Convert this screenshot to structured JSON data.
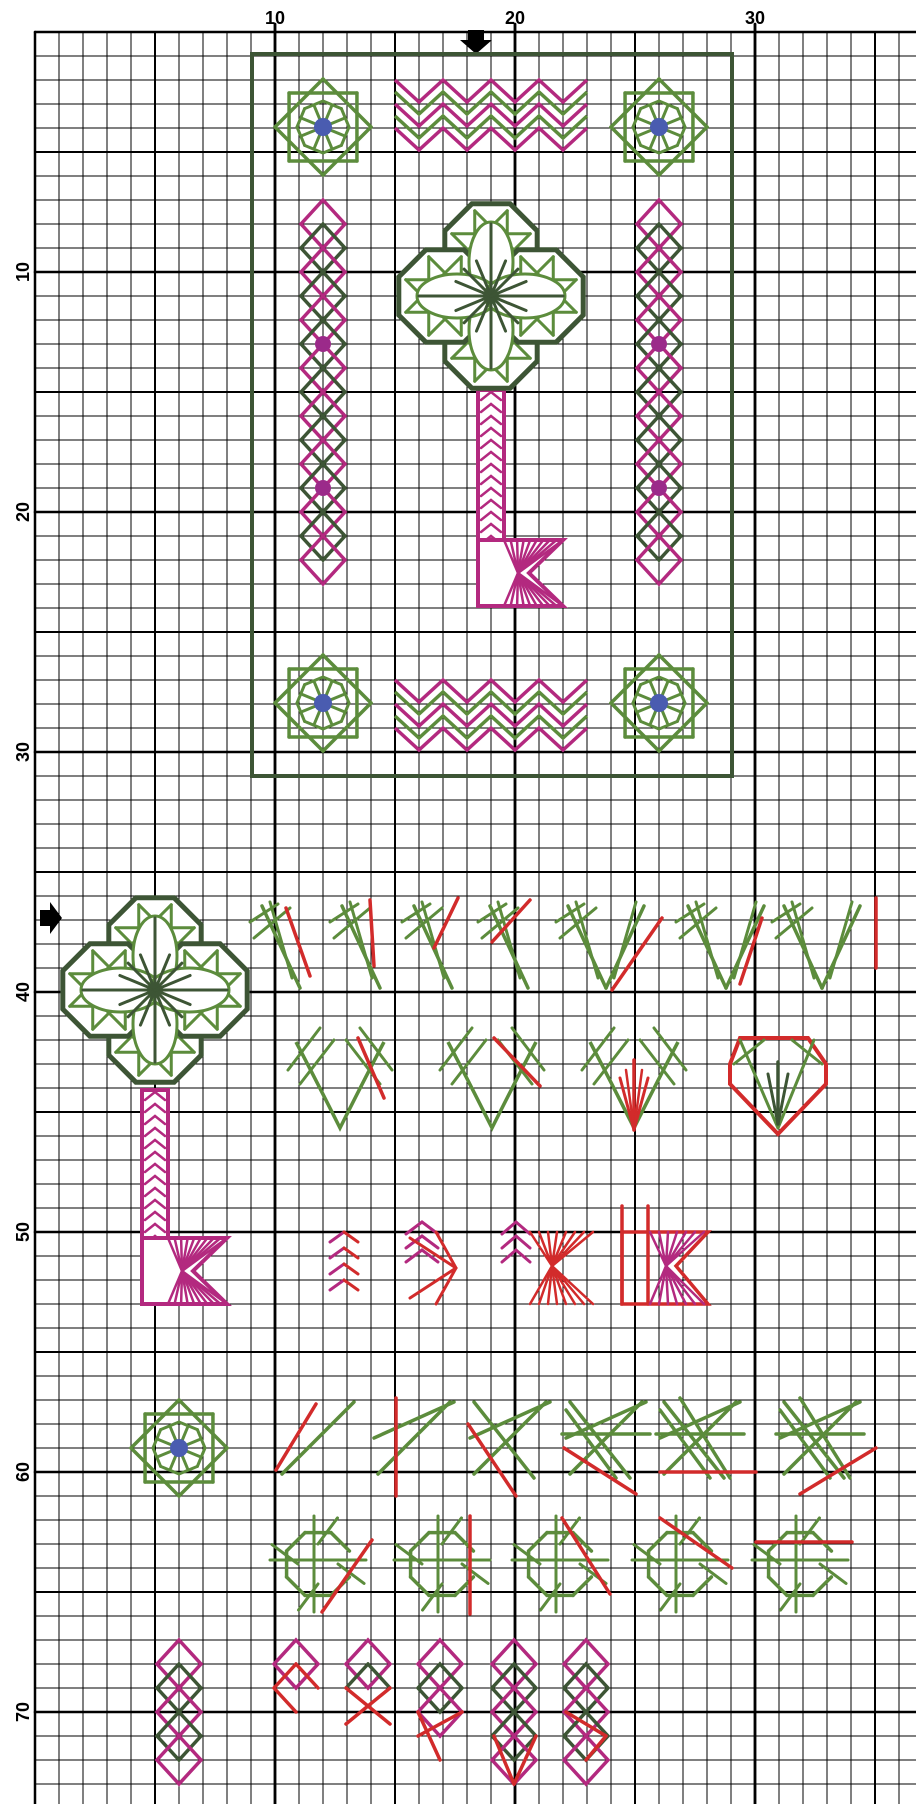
{
  "grid": {
    "top_labels": [
      "10",
      "20",
      "30"
    ],
    "side_labels": [
      "10",
      "20",
      "30",
      "40",
      "50",
      "60",
      "70"
    ]
  },
  "colors": {
    "dark_green": "#3d5535",
    "light_green": "#5c8c3c",
    "magenta": "#b3297f",
    "red": "#d22b2b",
    "blue": "#4a5cb0",
    "frame": "#3d5535",
    "grid_line": "#000000"
  },
  "motifs": {
    "sampler_frame": "border rectangle",
    "four_leaf_clover": "clover with key stem",
    "star": "eight-point star with blue center",
    "chevron_band": "zigzag band",
    "diamond_column": "diamond chain column",
    "arrow_markers": "center arrows"
  }
}
